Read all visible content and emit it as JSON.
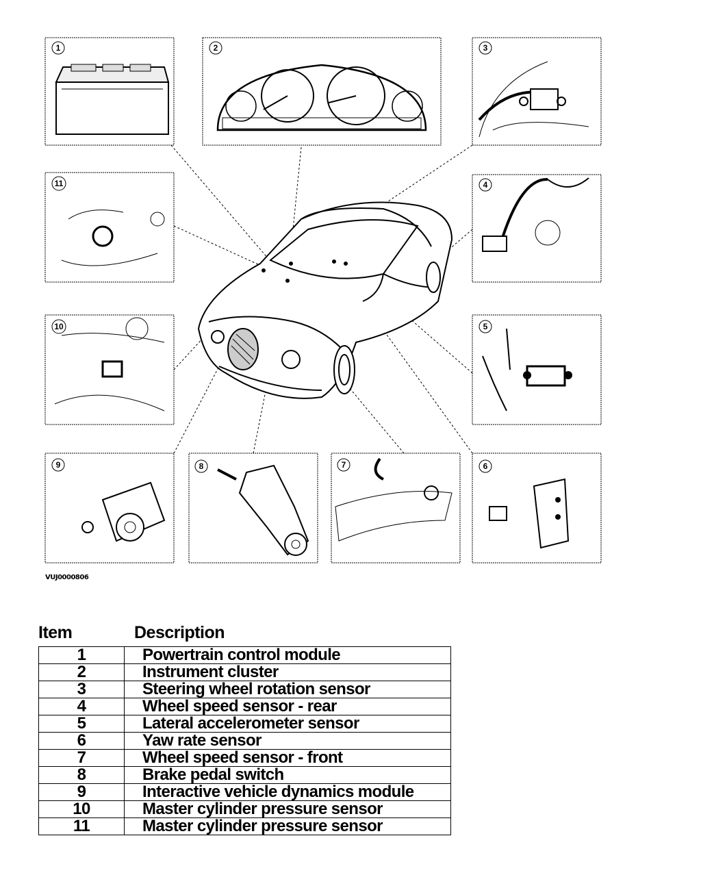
{
  "figure": {
    "code": "VUJ0000806",
    "panels": [
      {
        "n": "1",
        "label": "1"
      },
      {
        "n": "2",
        "label": "2"
      },
      {
        "n": "3",
        "label": "3"
      },
      {
        "n": "11",
        "label": "11"
      },
      {
        "n": "4",
        "label": "4"
      },
      {
        "n": "10",
        "label": "10"
      },
      {
        "n": "5",
        "label": "5"
      },
      {
        "n": "9",
        "label": "9"
      },
      {
        "n": "8",
        "label": "8"
      },
      {
        "n": "7",
        "label": "7"
      },
      {
        "n": "6",
        "label": "6"
      }
    ]
  },
  "legend": {
    "item_header": "Item",
    "description_header": "Description",
    "rows": [
      {
        "item": "1",
        "description": "Powertrain control module"
      },
      {
        "item": "2",
        "description": "Instrument cluster"
      },
      {
        "item": "3",
        "description": "Steering wheel rotation sensor"
      },
      {
        "item": "4",
        "description": "Wheel speed sensor - rear"
      },
      {
        "item": "5",
        "description": "Lateral accelerometer sensor"
      },
      {
        "item": "6",
        "description": "Yaw rate sensor"
      },
      {
        "item": "7",
        "description": "Wheel speed sensor - front"
      },
      {
        "item": "8",
        "description": "Brake pedal switch"
      },
      {
        "item": "9",
        "description": "Interactive vehicle dynamics module"
      },
      {
        "item": "10",
        "description": "Master cylinder pressure sensor"
      },
      {
        "item": "11",
        "description": "Master cylinder pressure sensor"
      }
    ]
  }
}
